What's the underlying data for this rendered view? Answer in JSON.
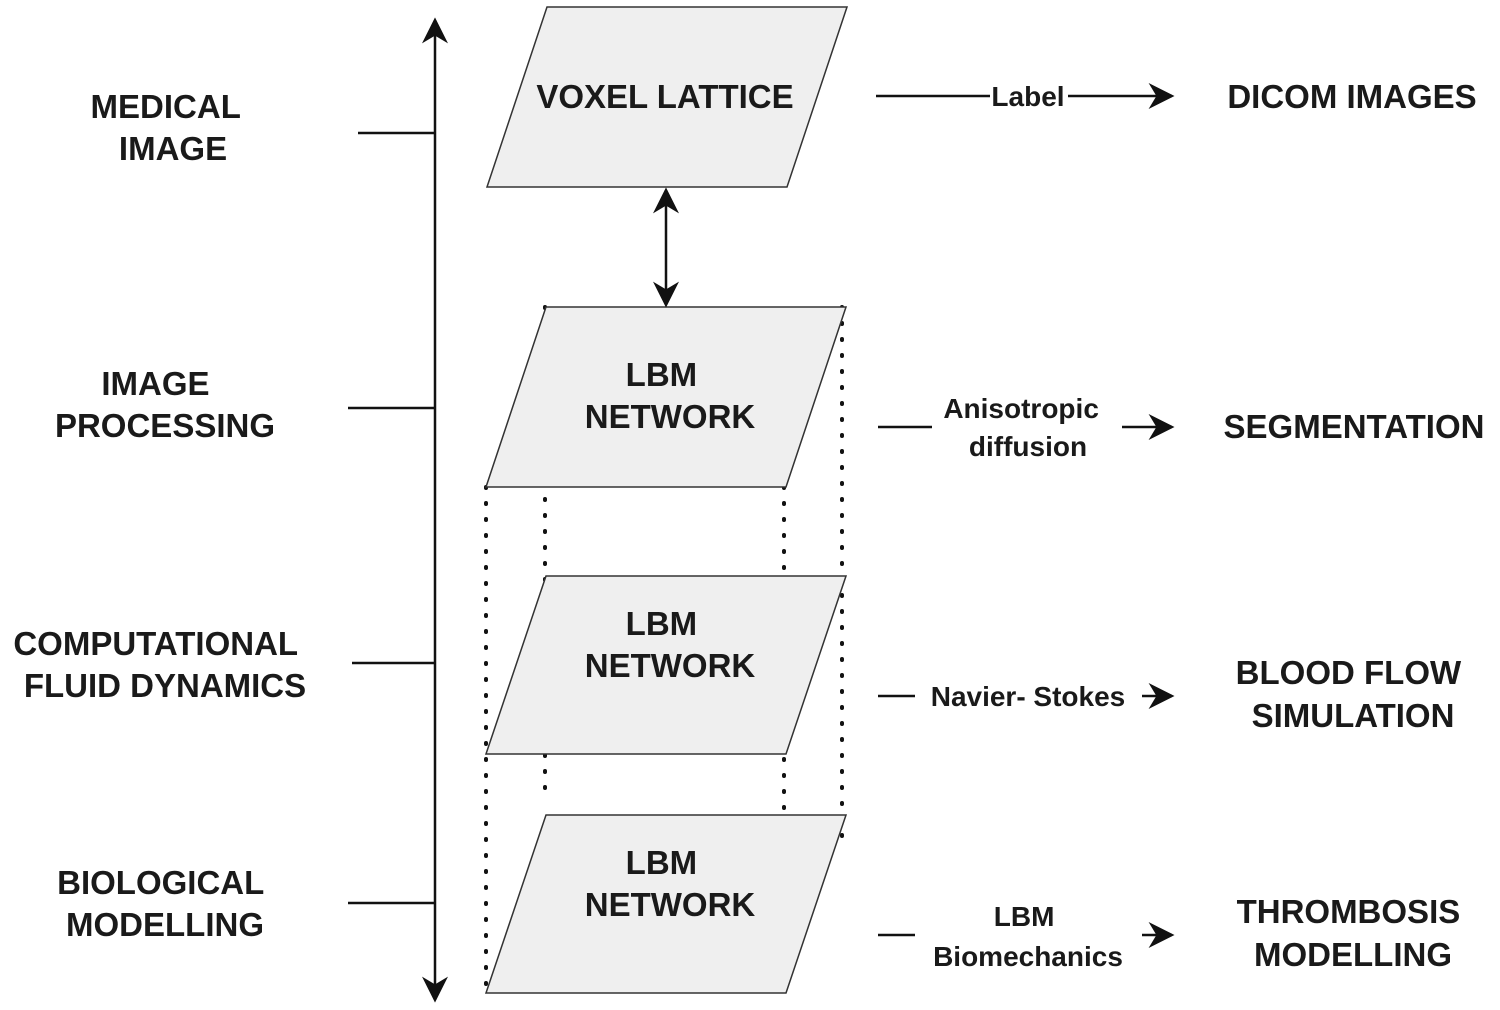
{
  "stages": [
    {
      "lines": [
        "MEDICAL",
        "IMAGE"
      ]
    },
    {
      "lines": [
        "IMAGE",
        "PROCESSING"
      ]
    },
    {
      "lines": [
        "COMPUTATIONAL",
        "FLUID DYNAMICS"
      ]
    },
    {
      "lines": [
        "BIOLOGICAL",
        "MODELLING"
      ]
    }
  ],
  "layers": [
    {
      "lines": [
        "VOXEL LATTICE"
      ]
    },
    {
      "lines": [
        "LBM",
        "NETWORK"
      ]
    },
    {
      "lines": [
        "LBM",
        "NETWORK"
      ]
    },
    {
      "lines": [
        "LBM",
        "NETWORK"
      ]
    }
  ],
  "methods": [
    {
      "lines": [
        "Label"
      ]
    },
    {
      "lines": [
        "Anisotropic",
        "diffusion"
      ]
    },
    {
      "lines": [
        "Navier- Stokes"
      ]
    },
    {
      "lines": [
        "LBM",
        "Biomechanics"
      ]
    }
  ],
  "outputs": [
    {
      "lines": [
        "DICOM IMAGES"
      ]
    },
    {
      "lines": [
        "SEGMENTATION"
      ]
    },
    {
      "lines": [
        "BLOOD FLOW",
        "SIMULATION"
      ]
    },
    {
      "lines": [
        "THROMBOSIS",
        "MODELLING"
      ]
    }
  ]
}
